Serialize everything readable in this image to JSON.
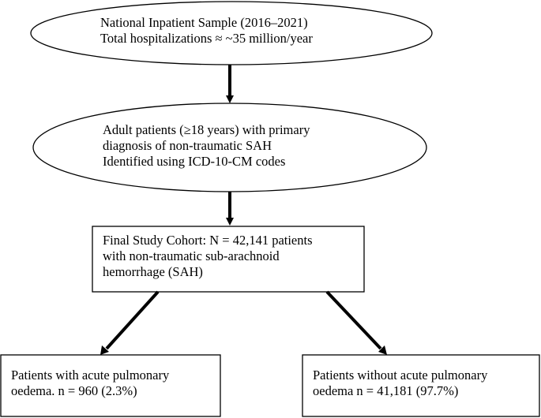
{
  "nodes": {
    "nis": {
      "lines": [
        "National Inpatient Sample (2016–2021)",
        "Total hospitalizations ≈ ~35 million/year"
      ]
    },
    "adult": {
      "lines": [
        "Adult patients (≥18 years) with primary",
        "diagnosis of non-traumatic SAH",
        "Identified using ICD-10-CM codes"
      ]
    },
    "final": {
      "lines": [
        "Final Study Cohort: N = 42,141 patients",
        "with non-traumatic sub-arachnoid",
        "hemorrhage (SAH)"
      ]
    },
    "with_ape": {
      "lines": [
        "Patients with acute pulmonary",
        "oedema. n = 960 (2.3%)"
      ]
    },
    "without_ape": {
      "lines": [
        "Patients without acute pulmonary",
        "oedema n = 41,181 (97.7%)"
      ]
    }
  },
  "colors": {
    "stroke": "#000000",
    "fill": "#ffffff"
  }
}
